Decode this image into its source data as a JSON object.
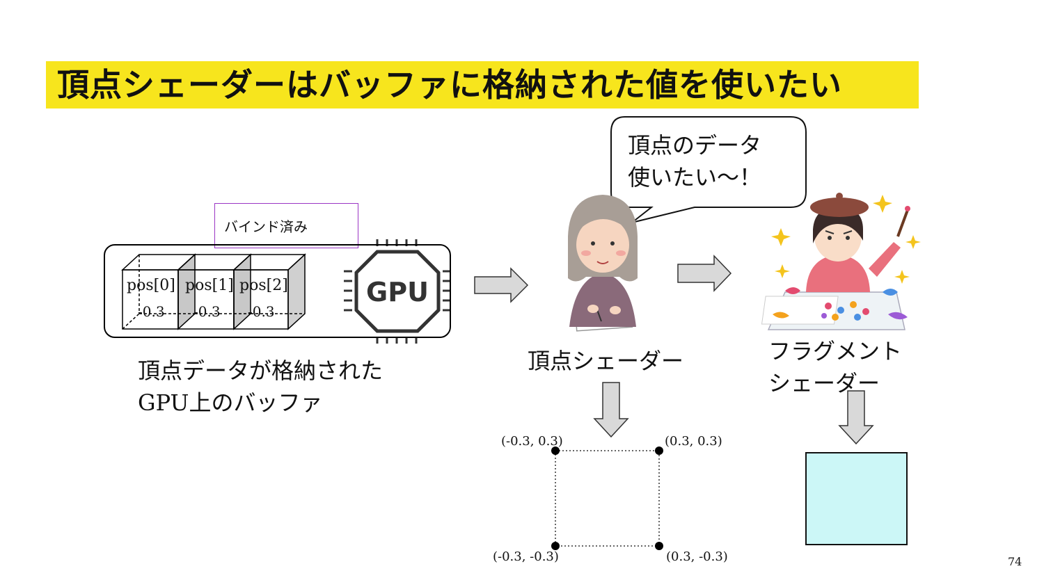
{
  "slide": {
    "title": "頂点シェーダーはバッファに格納された値を使いたい",
    "page_number": "74"
  },
  "buffer": {
    "bind_label": "バインド済み",
    "cells": [
      {
        "name": "pos[0]",
        "value": "-0.3"
      },
      {
        "name": "pos[1]",
        "value": "-0.3"
      },
      {
        "name": "pos[2]",
        "value": "-0.3"
      }
    ],
    "gpu_chip_label": "GPU",
    "caption": "頂点データが格納された\nGPU上のバッファ"
  },
  "vertex_shader": {
    "label": "頂点シェーダー",
    "speech": "頂点のデータ\n使いたい～！"
  },
  "fragment_shader": {
    "label": "フラグメント\nシェーダー"
  },
  "vertex_square": {
    "top_left": "(-0.3, 0.3)",
    "top_right": "(0.3, 0.3)",
    "bottom_left": "(-0.3, -0.3)",
    "bottom_right": "(0.3, -0.3)"
  },
  "colors": {
    "title_highlight": "#f7e51d",
    "bind_box_border": "#9b35c4",
    "arrow_fill": "#d9d9d9",
    "output_square_fill": "#ccf7f7"
  }
}
